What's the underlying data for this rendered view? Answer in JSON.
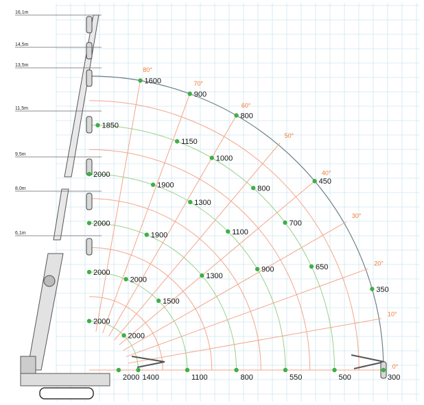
{
  "chart_data": {
    "type": "scatter",
    "title": "",
    "xlabel": "",
    "ylabel": "",
    "heights": [
      "16,1m",
      "14,5m",
      "13,5m",
      "11,5m",
      "9,5m",
      "8,0m",
      "6,1m"
    ],
    "angles": [
      "80°",
      "70°",
      "60°",
      "50°",
      "40°",
      "30°",
      "20°",
      "10°",
      "0°"
    ],
    "points": [
      {
        "label": "1600",
        "angle": 80,
        "radius": 6
      },
      {
        "label": "900",
        "angle": 70,
        "radius": 6
      },
      {
        "label": "800",
        "angle": 60,
        "radius": 6
      },
      {
        "label": "450",
        "angle": 40,
        "radius": 6
      },
      {
        "label": "350",
        "angle": 16,
        "radius": 6
      },
      {
        "label": "300",
        "angle": 0,
        "radius": 6
      },
      {
        "label": "1850",
        "angle": 88,
        "radius": 5
      },
      {
        "label": "1150",
        "angle": 69,
        "radius": 5
      },
      {
        "label": "1000",
        "angle": 60,
        "radius": 5
      },
      {
        "label": "800",
        "angle": 48,
        "radius": 5
      },
      {
        "label": "700",
        "angle": 37,
        "radius": 5
      },
      {
        "label": "650",
        "angle": 25,
        "radius": 5
      },
      {
        "label": "500",
        "angle": 0,
        "radius": 5
      },
      {
        "label": "2000",
        "angle": 90,
        "radius": 4
      },
      {
        "label": "1900",
        "angle": 71,
        "radius": 4
      },
      {
        "label": "1300",
        "angle": 59,
        "radius": 4
      },
      {
        "label": "1100",
        "angle": 45,
        "radius": 4
      },
      {
        "label": "900",
        "angle": 31,
        "radius": 4
      },
      {
        "label": "550",
        "angle": 0,
        "radius": 4
      },
      {
        "label": "2000",
        "angle": 90,
        "radius": 3
      },
      {
        "label": "1900",
        "angle": 67,
        "radius": 3
      },
      {
        "label": "1300",
        "angle": 40,
        "radius": 3
      },
      {
        "label": "800",
        "angle": 0,
        "radius": 3
      },
      {
        "label": "2000",
        "angle": 90,
        "radius": 2
      },
      {
        "label": "2000",
        "angle": 68,
        "radius": 2
      },
      {
        "label": "1500",
        "angle": 45,
        "radius": 2
      },
      {
        "label": "1100",
        "angle": 0,
        "radius": 2
      },
      {
        "label": "2000",
        "angle": 90,
        "radius": 1
      },
      {
        "label": "2000",
        "angle": 45,
        "radius": 1
      },
      {
        "label": "1400",
        "angle": 0,
        "radius": 1
      },
      {
        "label": "2000",
        "angle": 0,
        "radius": 0.6
      }
    ]
  }
}
